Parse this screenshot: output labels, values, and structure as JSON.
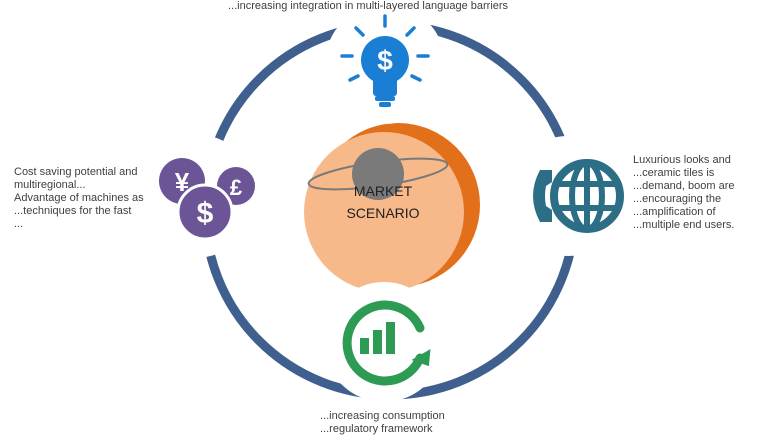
{
  "center": {
    "line1": "MARKET",
    "line2": "SCENARIO"
  },
  "icons": {
    "top": "lightbulb-dollar-icon",
    "right": "phone-globe-icon",
    "bottom": "growth-chart-icon",
    "left": "currency-coins-icon"
  },
  "captions": {
    "top": "...increasing integration in multi-layered language barriers",
    "left": "Cost saving potential and multiregional...\nAdvantage of machines as\n...techniques for the fast\n...",
    "right": "Luxurious looks and\n...ceramic tiles is\n...demand, boom are\n...encouraging the\n...amplification of\n...multiple end users.",
    "bottom": "...increasing consumption\n...regulatory framework"
  },
  "colors": {
    "ring": "#3f5f8f",
    "center_fill": "#f7b98a",
    "center_shadow": "#e2701a",
    "bulb": "#1a7fd4",
    "globe": "#2b6e86",
    "chart": "#2e9b55",
    "coins": "#6b5596"
  }
}
